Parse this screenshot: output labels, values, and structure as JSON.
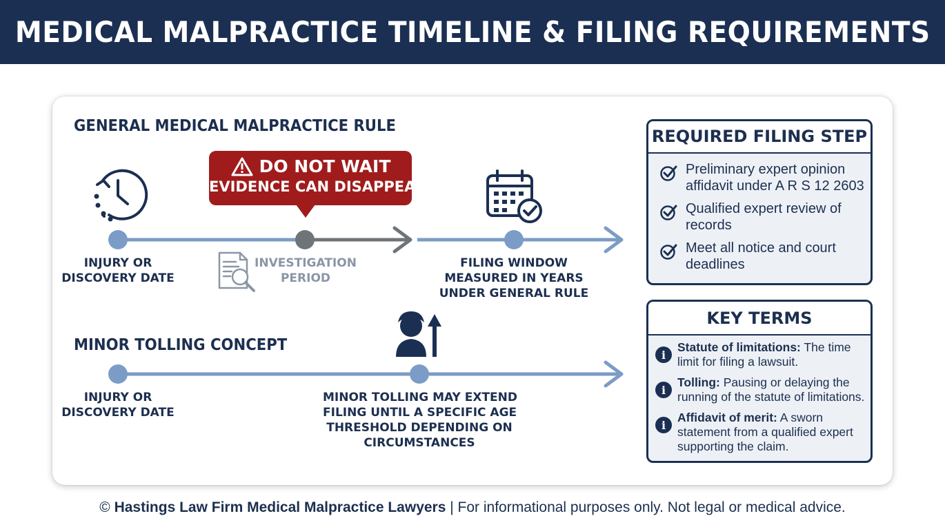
{
  "header": {
    "title": "MEDICAL MALPRACTICE TIMELINE & FILING REQUIREMENTS"
  },
  "general": {
    "title": "GENERAL MEDICAL MALPRACTICE RULE",
    "injury_label": [
      "INJURY OR",
      "DISCOVERY DATE"
    ],
    "investigation_label": [
      "INVESTIGATION",
      "PERIOD"
    ],
    "filing_label": [
      "FILING WINDOW",
      "MEASURED IN YEARS",
      "UNDER GENERAL RULE"
    ],
    "warning": {
      "line1": "DO NOT WAIT",
      "line2": "EVIDENCE CAN DISAPPEAR"
    }
  },
  "minor": {
    "title": "MINOR TOLLING CONCEPT",
    "injury_label": [
      "INJURY OR",
      "DISCOVERY DATE"
    ],
    "tolling_label": [
      "MINOR TOLLING MAY EXTEND",
      "FILING UNTIL A SPECIFIC AGE",
      "THRESHOLD DEPENDING ON",
      "CIRCUMSTANCES"
    ]
  },
  "required": {
    "title": "REQUIRED FILING STEP",
    "items": [
      [
        "Preliminary expert opinion",
        "affidavit under A R S 12 2603"
      ],
      [
        "Qualified expert review of",
        "records"
      ],
      [
        "Meet all notice and court",
        "deadlines"
      ]
    ]
  },
  "key_terms": {
    "title": "KEY TERMS",
    "items": [
      {
        "term": "Statute of limitations:",
        "line1": " The time",
        "line2": "limit for filing a lawsuit."
      },
      {
        "term": "Tolling:",
        "line1": " Pausing or delaying the",
        "line2": "running of the statute of limitations."
      },
      {
        "term": "Affidavit of merit:",
        "line1": " A sworn",
        "line2": "statement from a qualified expert",
        "line3": "supporting the claim."
      }
    ]
  },
  "footer": {
    "prefix": "© ",
    "firm": "Hastings Law Firm Medical Malpractice Lawyers",
    "rest": " | For informational purposes only. Not legal or medical advice."
  },
  "colors": {
    "navy": "#1b2f52",
    "timeline_blue": "#7b9cc6",
    "dot_blue": "#7b9cc6",
    "warning_red": "#a01c1c",
    "gray": "#6f7479"
  }
}
